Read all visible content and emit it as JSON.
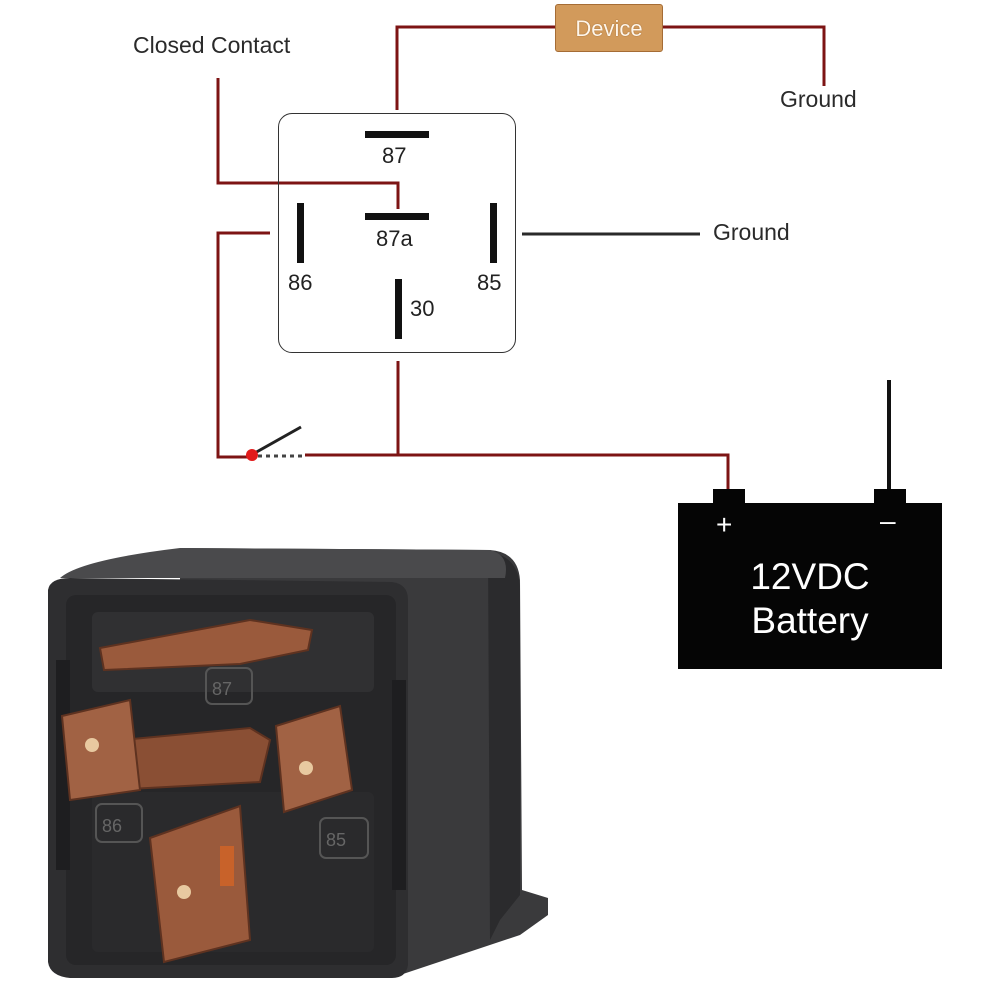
{
  "labels": {
    "closed_contact": "Closed Contact",
    "device": "Device",
    "ground_top": "Ground",
    "ground_mid": "Ground"
  },
  "relay": {
    "pins": {
      "p87": "87",
      "p87a": "87a",
      "p86": "86",
      "p85": "85",
      "p30": "30"
    }
  },
  "battery": {
    "line1": "12VDC",
    "line2": "Battery",
    "plus": "+",
    "minus": "–"
  },
  "photo": {
    "pin_87": "87",
    "pin_86": "86",
    "pin_85": "85"
  },
  "colors": {
    "wire_red": "#7d1414",
    "wire_dark": "#2a2a2a",
    "device_fill": "#d29a5b",
    "battery_fill": "#050505",
    "relay_body": "#2e2e30",
    "terminal_copper": "#9a5a3c"
  }
}
